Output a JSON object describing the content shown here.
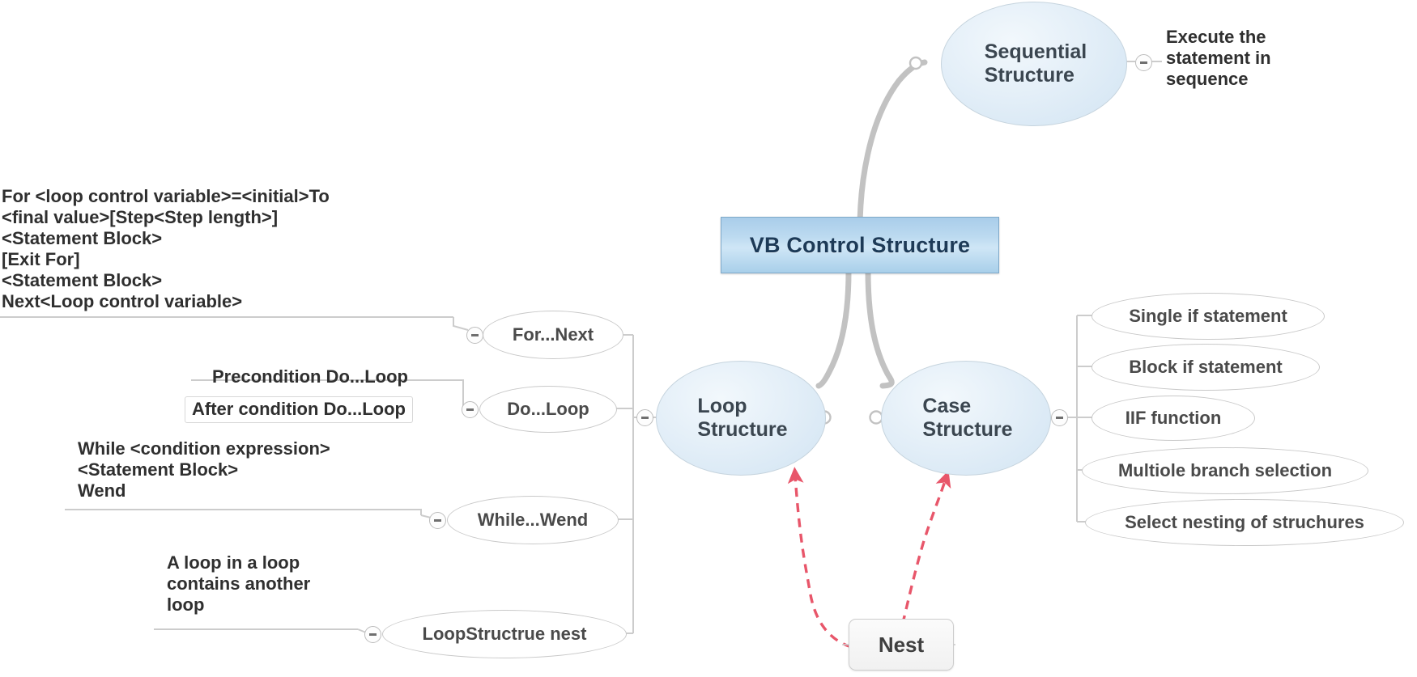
{
  "diagram": {
    "title": "VB Control Structure",
    "root": {
      "label": "VB Control Structure"
    },
    "branches": {
      "sequential": {
        "label": "Sequential\nStructure",
        "note": "Execute the\nstatement in\nsequence"
      },
      "loop": {
        "label": "Loop\nStructure",
        "children": [
          {
            "label": "For...Next",
            "note": "For <loop control  variable>=<initial>To\n<final value>[Step<Step length>]\n<Statement Block>\n[Exit For]\n<Statement Block>\nNext<Loop control variable>"
          },
          {
            "label": "Do...Loop",
            "note_top": "Precondition Do...Loop",
            "note_bottom": "After condition Do...Loop"
          },
          {
            "label": "While...Wend",
            "note": "While <condition expression>\n<Statement Block>\nWend"
          },
          {
            "label": "LoopStructrue nest",
            "note": "A loop in a loop\ncontains another\nloop"
          }
        ]
      },
      "case": {
        "label": "Case\nStructure",
        "children": [
          {
            "label": "Single if statement"
          },
          {
            "label": "Block if statement"
          },
          {
            "label": "IIF function"
          },
          {
            "label": "Multiole branch selection"
          },
          {
            "label": "Select nesting of struchures"
          }
        ]
      }
    },
    "relation": {
      "label": "Nest",
      "color": "#e8566a",
      "targets": [
        "Loop Structure",
        "Case Structure"
      ]
    },
    "colors": {
      "root_fill": "#b4d4ee",
      "root_text": "#1d3a57",
      "ellipse_fill": "#dfecf7",
      "ellipse_stroke": "#c6d4de",
      "edge": "#c8c8c8",
      "trunk": "#c2c2c2",
      "relation": "#e8566a",
      "text": "#3b4650"
    }
  }
}
